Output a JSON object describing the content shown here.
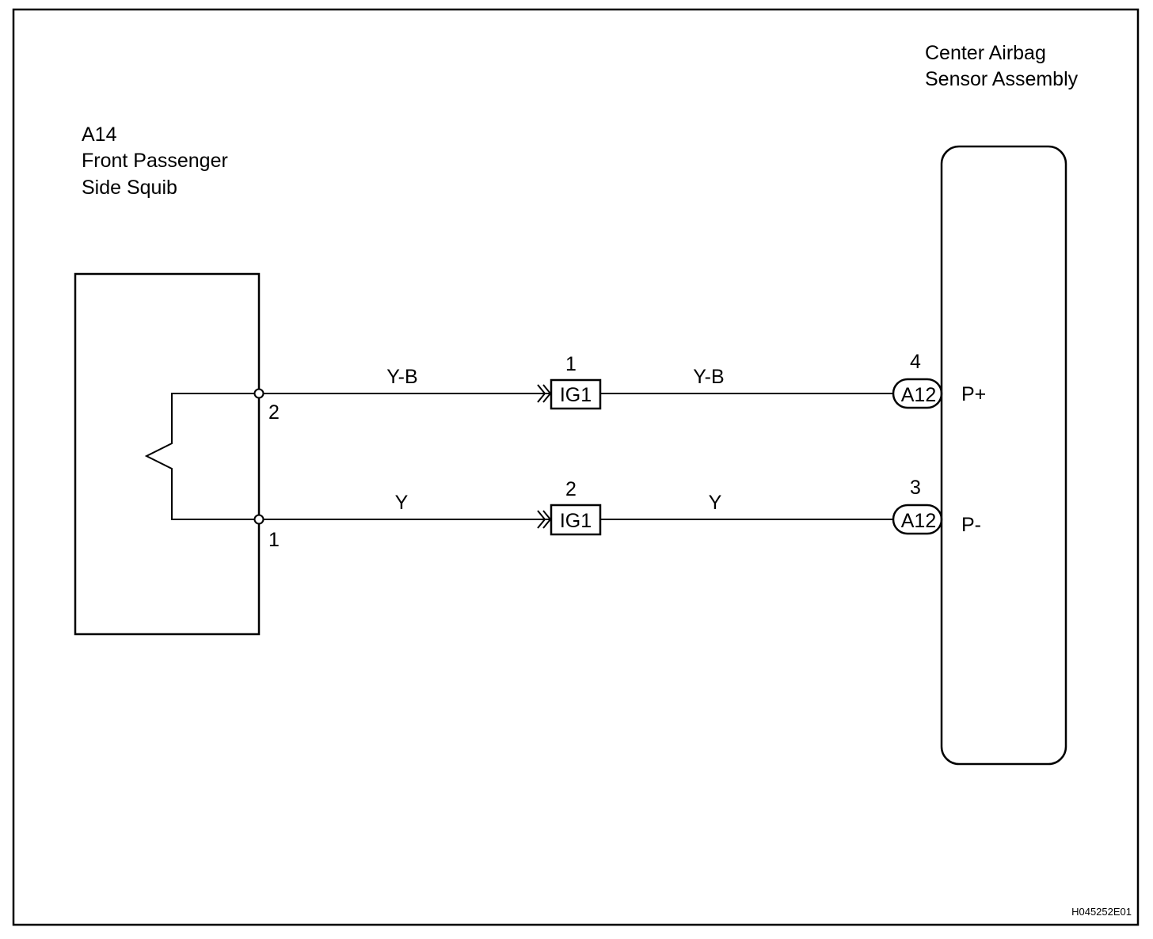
{
  "squib": {
    "code": "A14",
    "name_line1": "Front Passenger",
    "name_line2": "Side Squib",
    "pin_top": "2",
    "pin_bottom": "1"
  },
  "sensor": {
    "name_line1": "Center Airbag",
    "name_line2": "Sensor Assembly",
    "terminal_top": "P+",
    "terminal_bottom": "P-"
  },
  "circuit_top": {
    "wire_color_left": "Y-B",
    "wire_color_right": "Y-B",
    "junction_connector": "IG1",
    "junction_pin": "1",
    "ecu_connector": "A12",
    "ecu_pin": "4"
  },
  "circuit_bottom": {
    "wire_color_left": "Y",
    "wire_color_right": "Y",
    "junction_connector": "IG1",
    "junction_pin": "2",
    "ecu_connector": "A12",
    "ecu_pin": "3"
  },
  "figure_id": "H045252E01"
}
